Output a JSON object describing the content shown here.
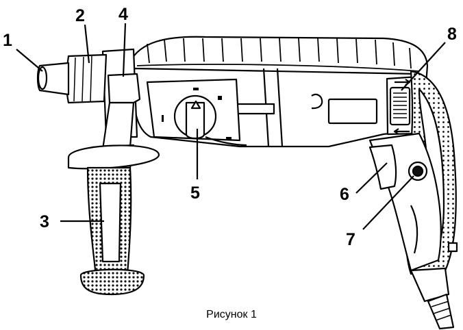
{
  "figure": {
    "caption": "Рисунок 1",
    "callouts": [
      {
        "label": "1",
        "part": "chuck-nose"
      },
      {
        "label": "2",
        "part": "chuck-sleeve"
      },
      {
        "label": "3",
        "part": "auxiliary-handle-grip"
      },
      {
        "label": "4",
        "part": "handle-clamp"
      },
      {
        "label": "5",
        "part": "mode-selector-knob"
      },
      {
        "label": "6",
        "part": "trigger-switch"
      },
      {
        "label": "7",
        "part": "lock-button"
      },
      {
        "label": "8",
        "part": "reverse-switch"
      }
    ]
  }
}
